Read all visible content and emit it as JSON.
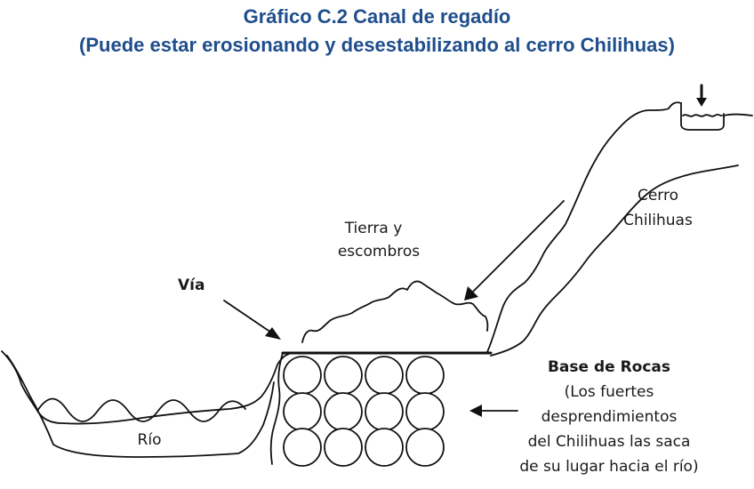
{
  "title": {
    "line1": "Gráfico C.2 Canal de regadío",
    "line2": "(Puede estar erosionando y desestabilizando al cerro Chilihuas)"
  },
  "labels": {
    "via": "Vía",
    "tierra_line1": "Tierra y",
    "tierra_line2": "escombros",
    "cerro_line1": "Cerro",
    "cerro_line2": "Chilihuas",
    "rio": "Río",
    "base_title": "Base de Rocas",
    "base_desc": [
      "(Los fuertes",
      "desprendimientos",
      "del Chilihuas las saca",
      "de su lugar hacia el río)"
    ]
  },
  "colors": {
    "title": "#1f4e8c",
    "ink": "#111111"
  }
}
